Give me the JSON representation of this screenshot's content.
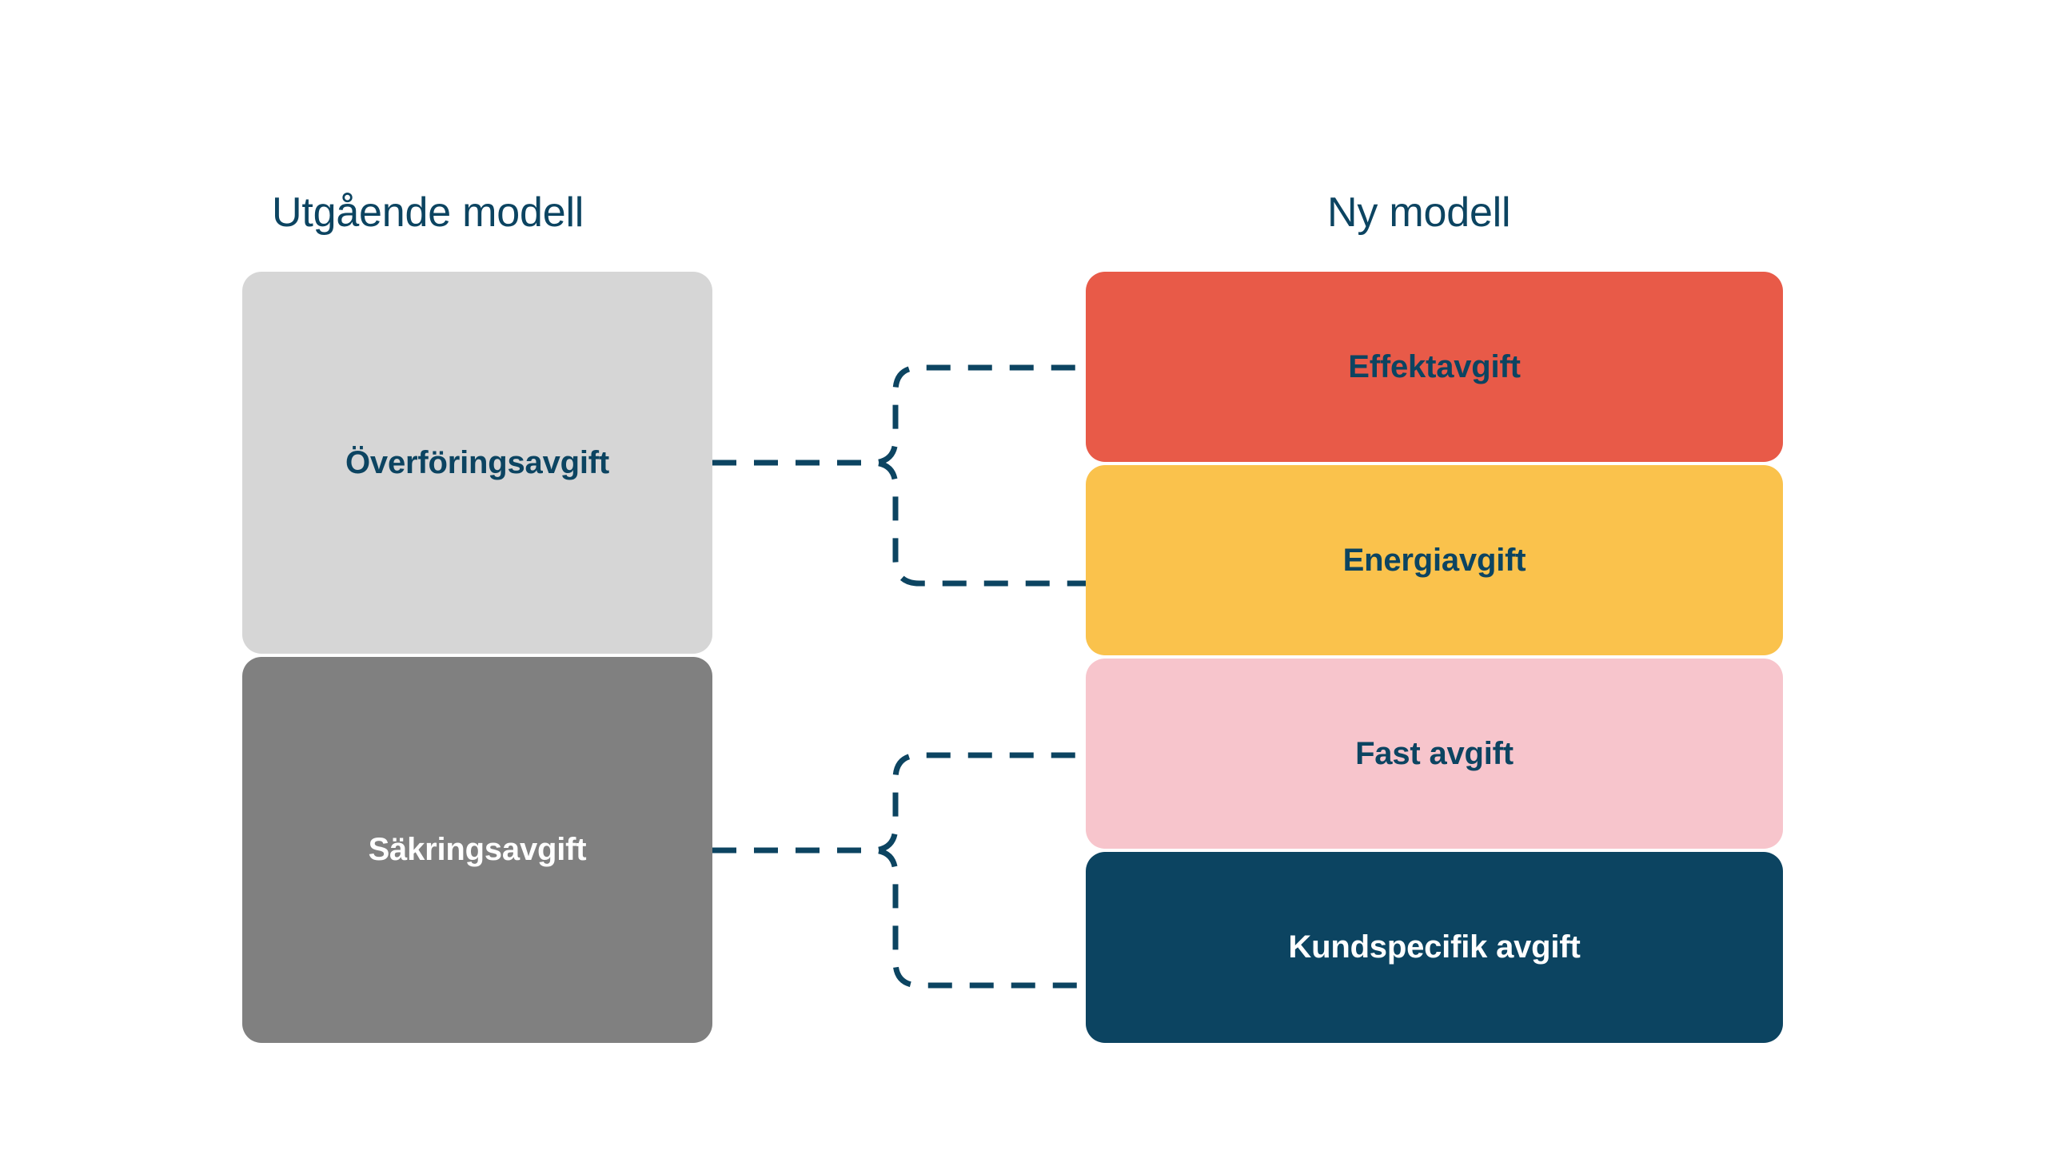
{
  "diagram": {
    "title_left": "Utgående modell",
    "title_right": "Ny modell",
    "type": "mapping-diagram",
    "colors": {
      "heading": "#0c4461",
      "navy": "#0c4461",
      "light_gray": "#d6d6d6",
      "mid_gray": "#808080",
      "red": "#e85a48",
      "yellow": "#fac24c",
      "pink": "#f7c5cc",
      "white": "#ffffff",
      "background": "#ffffff",
      "connector": "#0c4461"
    },
    "left_column": {
      "heading": "Utgående modell",
      "items": [
        {
          "label": "Överföringsavgift",
          "fill": "#d6d6d6",
          "text_color": "#0c4461"
        },
        {
          "label": "Säkringsavgift",
          "fill": "#808080",
          "text_color": "#ffffff"
        }
      ]
    },
    "right_column": {
      "heading": "Ny modell",
      "items": [
        {
          "label": "Effektavgift",
          "fill": "#e85a48",
          "text_color": "#0c4461"
        },
        {
          "label": "Energiavgift",
          "fill": "#fac24c",
          "text_color": "#0c4461"
        },
        {
          "label": "Fast avgift",
          "fill": "#f7c5cc",
          "text_color": "#0c4461"
        },
        {
          "label": "Kundspecifik avgift",
          "fill": "#0c4461",
          "text_color": "#ffffff"
        }
      ]
    },
    "connections": [
      {
        "from": "Överföringsavgift",
        "to": "Effektavgift",
        "style": "dashed"
      },
      {
        "from": "Överföringsavgift",
        "to": "Energiavgift",
        "style": "dashed"
      },
      {
        "from": "Säkringsavgift",
        "to": "Fast avgift",
        "style": "dashed"
      },
      {
        "from": "Säkringsavgift",
        "to": "Kundspecifik avgift",
        "style": "dashed"
      }
    ]
  }
}
